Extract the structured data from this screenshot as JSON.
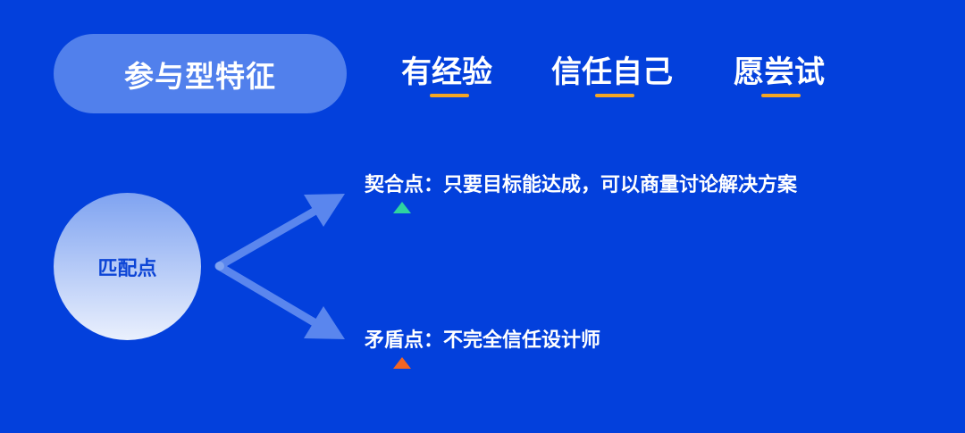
{
  "header": {
    "title": "参与型特征",
    "traits": [
      {
        "label": "有经验",
        "underline_color": "#F5A623"
      },
      {
        "label": "信任自己",
        "underline_color": "#F5A623"
      },
      {
        "label": "愿尝试",
        "underline_color": "#F5A623"
      }
    ]
  },
  "diagram": {
    "center_label": "匹配点",
    "points": [
      {
        "label": "契合点：只要目标能达成，可以商量讨论解决方案",
        "marker_color": "#2ED3A0",
        "marker": "triangle-up-icon"
      },
      {
        "label": "矛盾点：不完全信任设计师",
        "marker_color": "#F26522",
        "marker": "triangle-up-icon"
      }
    ]
  },
  "colors": {
    "background": "#0340DC",
    "pill": "#5180EC",
    "arrow": "#5A86EE",
    "circle_top": "#7FA3F1",
    "circle_bottom": "#EAF0FD",
    "accent_orange": "#F5A623"
  }
}
